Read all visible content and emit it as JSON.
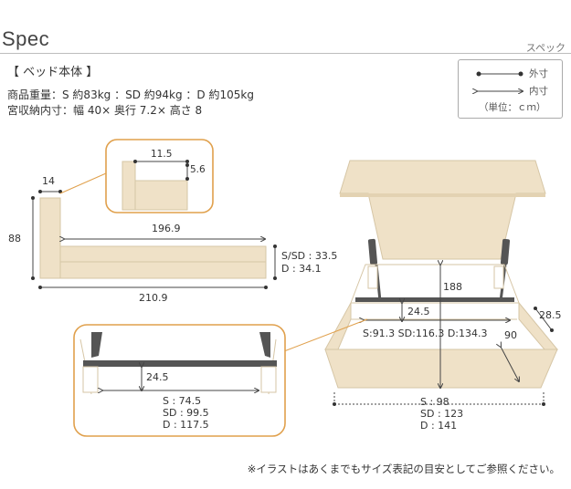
{
  "header": {
    "title": "Spec",
    "title_ja": "スペック"
  },
  "section": {
    "heading": "【 ベッド本体 】"
  },
  "specs": {
    "weight": "商品重量：S 約83kg ：SD 約94kg ：D 約105kg",
    "storage": "宮収納内寸：幅 40× 奥行 7.2× 高さ 8"
  },
  "legend": {
    "outer": "外寸",
    "inner": "内寸",
    "unit": "（単位：ｃｍ）"
  },
  "side_view": {
    "headboard_width": "14",
    "height": "88",
    "inner_length": "196.9",
    "frame_s_sd": "S/SD : 33.5",
    "frame_d": "D : 34.1",
    "outer_length": "210.9"
  },
  "detail_shelf": {
    "depth": "11.5",
    "height": "5.6"
  },
  "lift_view": {
    "inner_depth": "188",
    "floor_height": "24.5",
    "inner_widths": "S:91.3  SD:116.3  D:134.3",
    "side_width": "90",
    "side_height": "28.5",
    "outer_s": "S    : 98",
    "outer_sd": "SD : 123",
    "outer_d": "D    : 141"
  },
  "inset": {
    "height": "24.5",
    "width_s": "S    : 74.5",
    "width_sd": "SD : 99.5",
    "width_d": "D    : 117.5"
  },
  "colors": {
    "wood": "#efe1c7",
    "wood_edge": "#d6c6a6",
    "accent_orange": "#e0a04c",
    "dark_bar": "#555555"
  },
  "note": "※イラストはあくまでもサイズ表記の目安としてご参照ください。"
}
